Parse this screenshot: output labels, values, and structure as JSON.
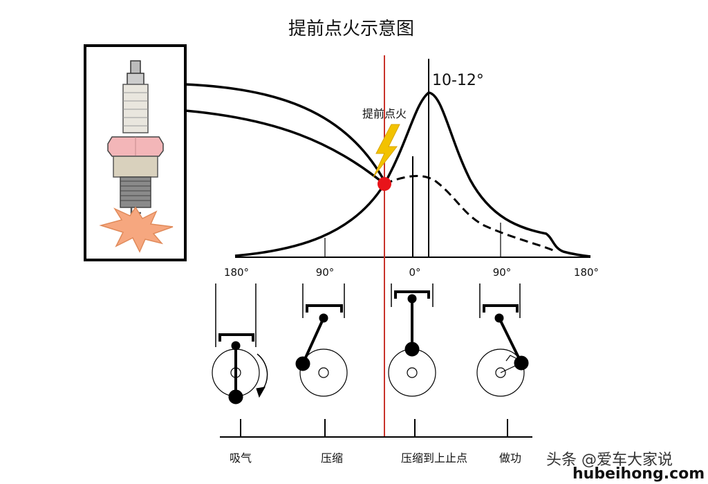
{
  "title": "提前点火示意图",
  "annotations": {
    "advance_ignition": "提前点火",
    "peak_angle": "10-12°"
  },
  "axis_ticks": [
    "180°",
    "90°",
    "0°",
    "90°",
    "180°"
  ],
  "strokes": [
    "吸气",
    "压缩",
    "压缩到上止点",
    "做功"
  ],
  "watermark": {
    "line1": "头条 @爱车大家说",
    "line2": "hubeihong.com"
  },
  "colors": {
    "ignition_line": "#c8322a",
    "ignition_dot": "#e8141a",
    "spark": "#f2c200",
    "plug_hex": "#f3b6b8",
    "plug_burst": "#f6a77f"
  }
}
